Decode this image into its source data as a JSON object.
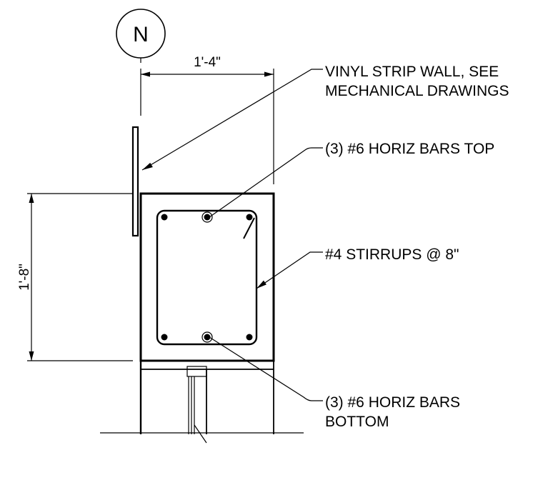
{
  "drawing": {
    "grid_marker": "N",
    "dimensions": {
      "width": "1'-4\"",
      "height": "1'-8\""
    },
    "callouts": {
      "vinyl_wall": {
        "line1": "VINYL STRIP WALL, SEE",
        "line2": "MECHANICAL DRAWINGS"
      },
      "top_bars": "(3) #6  HORIZ BARS TOP",
      "stirrups": "#4  STIRRUPS @ 8\"",
      "bottom_bars": {
        "line1": "(3) #6  HORIZ BARS",
        "line2": "BOTTOM"
      }
    }
  }
}
